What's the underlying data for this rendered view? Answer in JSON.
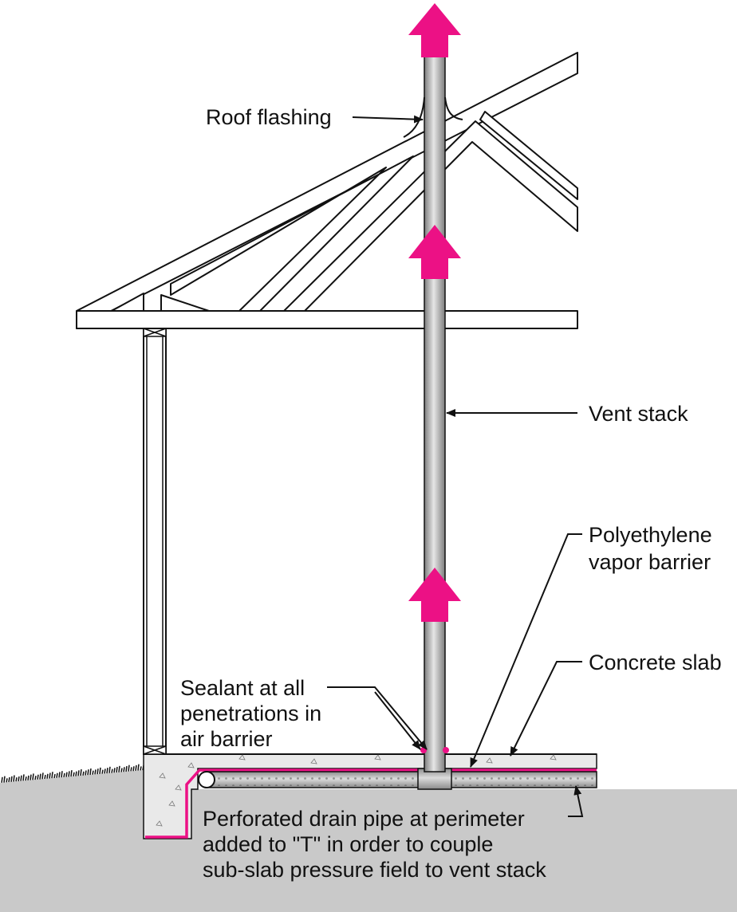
{
  "labels": {
    "roof_flashing": "Roof flashing",
    "vent_stack": "Vent stack",
    "vapor_barrier_1": "Polyethylene",
    "vapor_barrier_2": "vapor barrier",
    "concrete_slab": "Concrete slab",
    "sealant_1": "Sealant at all",
    "sealant_2": "penetrations in",
    "sealant_3": "air barrier",
    "drain_1": "Perforated drain pipe at perimeter",
    "drain_2": "added to \"T\" in order to couple",
    "drain_3": "sub-slab pressure field to vent stack"
  },
  "colors": {
    "airflow_arrow": "#ec1185",
    "vapor_barrier": "#ec1185",
    "soil": "#c9c9c9",
    "pipe": "#a9a9a9",
    "outline": "#111111"
  },
  "icons": {
    "airflow": "up-arrow-icon",
    "leader": "leader-arrow-icon"
  }
}
